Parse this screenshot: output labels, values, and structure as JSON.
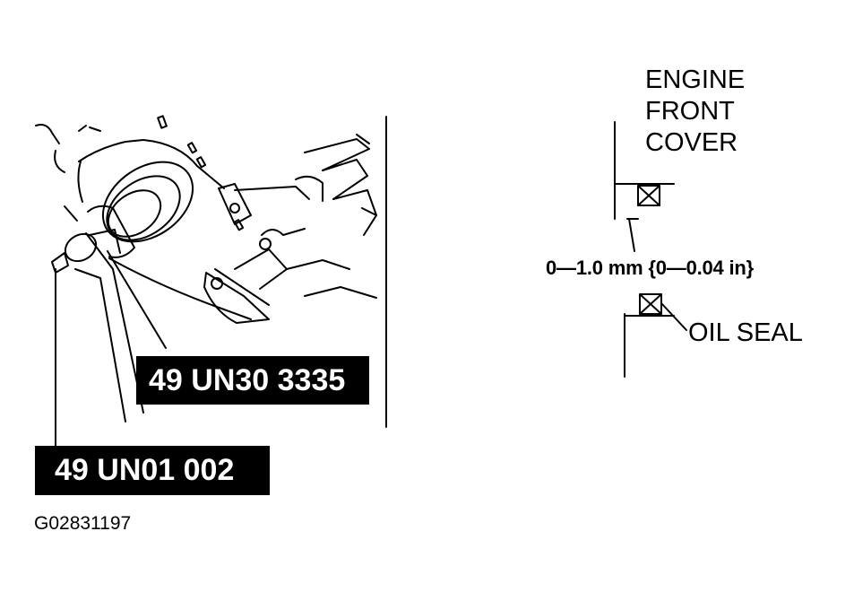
{
  "callouts": {
    "tool_upper": "49 UN30 3335",
    "tool_lower": "49 UN01 002"
  },
  "detail": {
    "engine_front_cover_line1": "ENGINE",
    "engine_front_cover_line2": "FRONT",
    "engine_front_cover_line3": "COVER",
    "clearance_spec": "0—1.0 mm {0—0.04 in}",
    "oil_seal_label": "OIL SEAL"
  },
  "figure_id": "G02831197",
  "colors": {
    "ink": "#000000",
    "paper": "#ffffff"
  }
}
